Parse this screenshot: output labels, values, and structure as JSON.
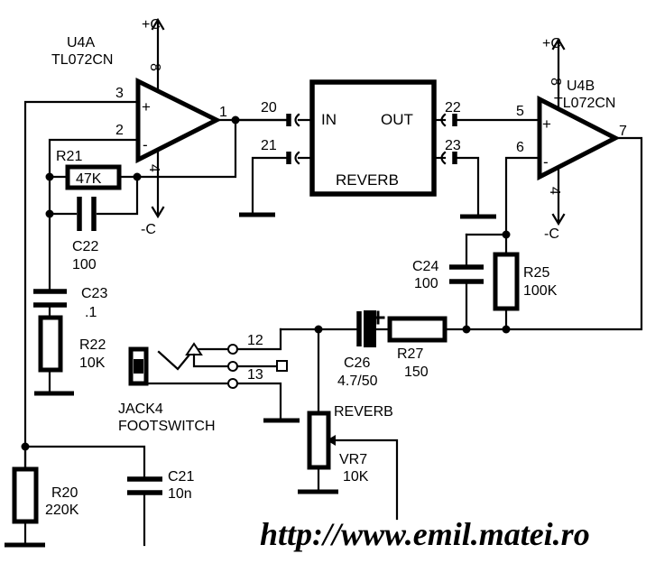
{
  "u4a": {
    "name": "U4A",
    "part": "TL072CN",
    "pin_plus_in": "3",
    "pin_minus_in": "2",
    "pin_out": "1",
    "pin_vcc": "8",
    "pin_vee": "4",
    "vcc": "+C",
    "vee": "-C",
    "plus_sign": "+",
    "minus_sign": "-"
  },
  "u4b": {
    "name": "U4B",
    "part": "TL072CN",
    "pin_plus_in": "5",
    "pin_minus_in": "6",
    "pin_out": "7",
    "pin_vcc": "8",
    "pin_vee": "4",
    "vcc": "+C",
    "vee": "-C",
    "plus_sign": "+",
    "minus_sign": "-"
  },
  "reverb_block": {
    "in": "IN",
    "out": "OUT",
    "title": "REVERB",
    "pin_in": "20",
    "pin_in_gnd": "21",
    "pin_out": "22",
    "pin_out_gnd": "23"
  },
  "r21": {
    "ref": "R21",
    "value": "47K"
  },
  "c22": {
    "ref": "C22",
    "value": "100"
  },
  "c23": {
    "ref": "C23",
    "value": ".1"
  },
  "r22": {
    "ref": "R22",
    "value": "10K"
  },
  "c24": {
    "ref": "C24",
    "value": "100"
  },
  "r25": {
    "ref": "R25",
    "value": "100K"
  },
  "c26": {
    "ref": "C26",
    "value": "4.7/50"
  },
  "r27": {
    "ref": "R27",
    "value": "150"
  },
  "r20": {
    "ref": "R20",
    "value": "220K"
  },
  "c21": {
    "ref": "C21",
    "value": "10n"
  },
  "vr7": {
    "title": "REVERB",
    "ref": "VR7",
    "value": "10K"
  },
  "jack4": {
    "ref": "JACK4",
    "name": "FOOTSWITCH",
    "pin_12": "12",
    "pin_13": "13"
  },
  "url": "http://www.emil.matei.ro"
}
